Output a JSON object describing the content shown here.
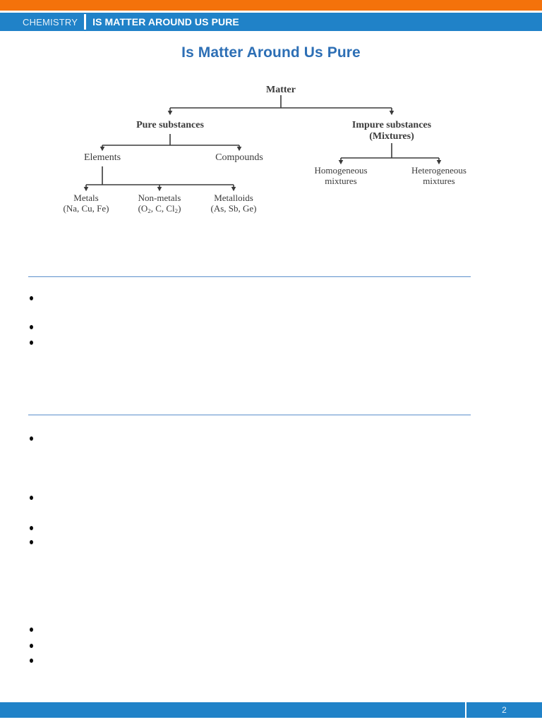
{
  "header": {
    "eyebrow": "CHEMISTRY",
    "title": "IS MATTER AROUND US PURE",
    "accent_orange": "#F4720B",
    "accent_blue": "#2082C8"
  },
  "page_title": "Is Matter Around Us Pure",
  "flowchart": {
    "type": "tree",
    "title": "Classification of Matter",
    "root": "Matter",
    "root_color": "#CC2229",
    "nodes": {
      "matter": "Matter",
      "pure_substances": "Pure substances",
      "impure_substances_line1": "Impure substances",
      "impure_substances_line2": "(Mixtures)",
      "elements": "Elements",
      "compounds": "Compounds",
      "homogeneous_line1": "Homogeneous",
      "homogeneous_line2": "mixtures",
      "heterogeneous_line1": "Heterogeneous",
      "heterogeneous_line2": "mixtures",
      "metals_line1": "Metals",
      "metals_line2_prefix": "(Na, Cu, Fe)",
      "nonmetals_line1": "Non-metals",
      "metalloids_line1": "Metalloids",
      "metalloids_line2": "(As, Sb, Ge)"
    },
    "nonmetals_formula": {
      "open": "(O",
      "sub1": "2",
      "mid": ", C, Cl",
      "sub2": "2",
      "close": ")"
    }
  },
  "body": {
    "rule_color": "#5B8FCB",
    "section_1": {
      "bullets": [
        "",
        "",
        ""
      ]
    },
    "section_2": {
      "bullets": [
        "",
        "",
        "",
        ""
      ]
    },
    "section_3": {
      "bullets": [
        "",
        "",
        ""
      ]
    }
  },
  "footer": {
    "page_number": "2"
  }
}
